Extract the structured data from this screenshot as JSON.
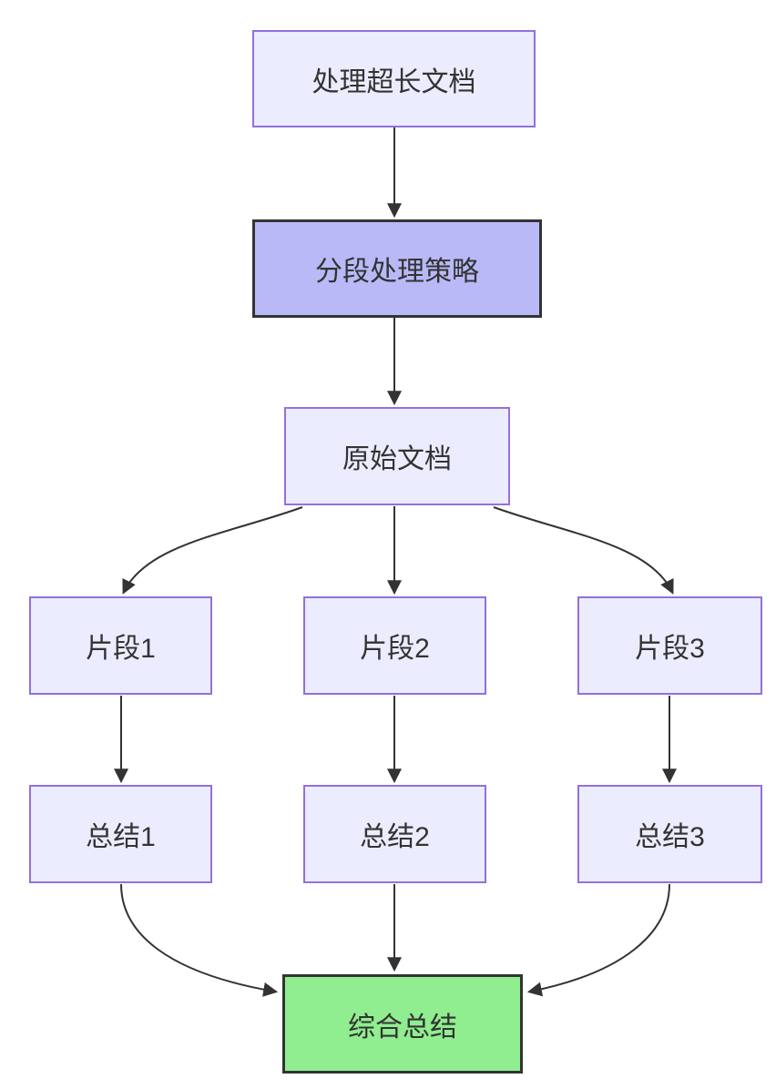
{
  "diagram": {
    "type": "flowchart-top-down",
    "nodes": [
      {
        "id": "A",
        "label": "处理超长文档",
        "style": "default"
      },
      {
        "id": "B",
        "label": "分段处理策略",
        "style": "emphasis"
      },
      {
        "id": "C",
        "label": "原始文档",
        "style": "default"
      },
      {
        "id": "D1",
        "label": "片段1",
        "style": "default"
      },
      {
        "id": "D2",
        "label": "片段2",
        "style": "default"
      },
      {
        "id": "D3",
        "label": "片段3",
        "style": "default"
      },
      {
        "id": "E1",
        "label": "总结1",
        "style": "default"
      },
      {
        "id": "E2",
        "label": "总结2",
        "style": "default"
      },
      {
        "id": "E3",
        "label": "总结3",
        "style": "default"
      },
      {
        "id": "F",
        "label": "综合总结",
        "style": "success"
      }
    ],
    "edges": [
      {
        "from": "A",
        "to": "B"
      },
      {
        "from": "B",
        "to": "C"
      },
      {
        "from": "C",
        "to": "D1"
      },
      {
        "from": "C",
        "to": "D2"
      },
      {
        "from": "C",
        "to": "D3"
      },
      {
        "from": "D1",
        "to": "E1"
      },
      {
        "from": "D2",
        "to": "E2"
      },
      {
        "from": "D3",
        "to": "E3"
      },
      {
        "from": "E1",
        "to": "F"
      },
      {
        "from": "E2",
        "to": "F"
      },
      {
        "from": "E3",
        "to": "F"
      }
    ]
  },
  "colors": {
    "node_fill": "#ECECFF",
    "node_border": "#9370DB",
    "emphasis_fill": "#b9b9f8",
    "emphasis_border": "#333333",
    "success_fill": "#90EE90",
    "success_border": "#333333",
    "edge_stroke": "#333333",
    "text": "#333333",
    "background": "#ffffff"
  }
}
